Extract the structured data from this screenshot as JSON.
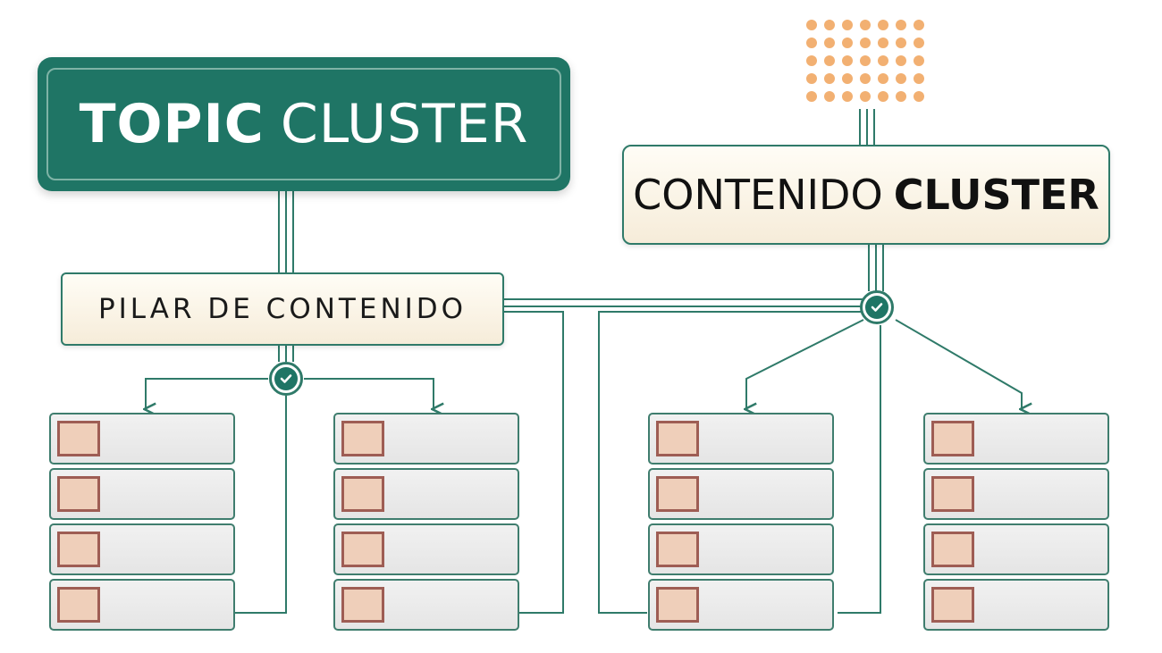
{
  "title": {
    "word1": "TOPIC",
    "word2": "CLUSTER"
  },
  "pillar": {
    "label": "PILAR DE CONTENIDO"
  },
  "cluster": {
    "word1": "CONTENIDO",
    "word2": "CLUSTER"
  },
  "lists": [
    {
      "items": 4
    },
    {
      "items": 4
    },
    {
      "items": 4
    },
    {
      "items": 4
    }
  ],
  "icons": {
    "pillar_hub": "check-circle-icon",
    "cluster_hub": "check-circle-icon",
    "dot_grid": "dot-grid-icon"
  },
  "colors": {
    "primary_teal": "#1f7565",
    "connector_teal": "#2f7a69",
    "cream": "#f6ecd9",
    "dot_orange": "#f2b072",
    "item_square_fill": "#efcfba",
    "item_square_border": "#9e5d54"
  }
}
